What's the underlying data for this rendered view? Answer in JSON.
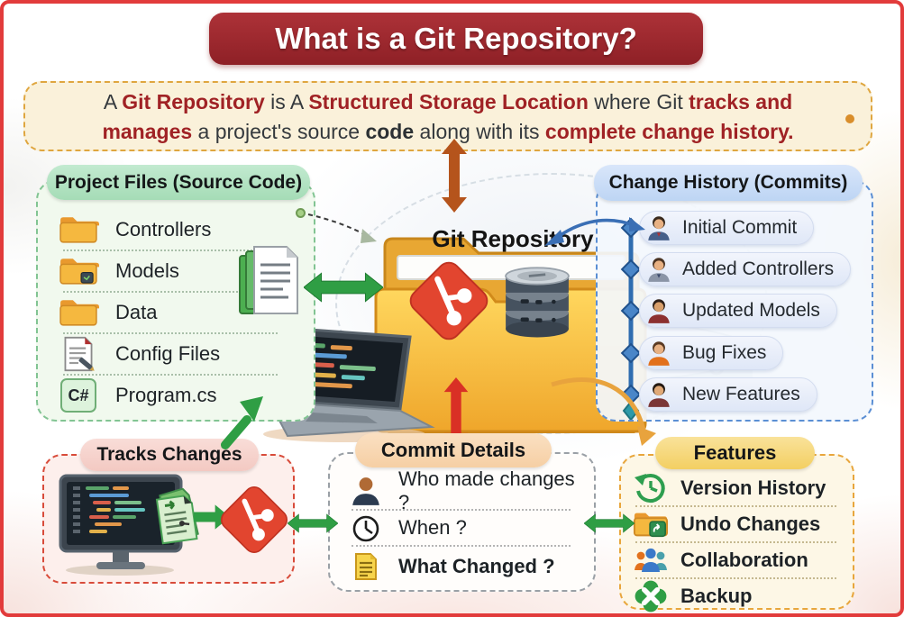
{
  "header": {
    "title": "What is a Git Repository?"
  },
  "intro": {
    "segments": [
      "A ",
      "Git Repository",
      " is A ",
      "Structured Storage Location",
      " where Git ",
      "tracks and",
      "manages",
      " a project's source ",
      "code",
      " along with its ",
      "complete change history",
      "."
    ]
  },
  "center": {
    "folder_label": "Git Repository"
  },
  "project_files": {
    "title": "Project Files (Source Code)",
    "items": [
      {
        "icon": "folder-icon",
        "label": "Controllers"
      },
      {
        "icon": "folder-model-icon",
        "label": "Models"
      },
      {
        "icon": "folder-icon",
        "label": "Data"
      },
      {
        "icon": "config-file-icon",
        "label": "Config Files"
      },
      {
        "icon": "csharp-file-icon",
        "icon_text": "C#",
        "label": "Program.cs"
      }
    ]
  },
  "change_history": {
    "title": "Change History (Commits)",
    "items": [
      {
        "icon": "avatar-icon",
        "label": "Initial Commit"
      },
      {
        "icon": "avatar-icon",
        "label": "Added Controllers"
      },
      {
        "icon": "avatar-icon",
        "label": "Updated Models"
      },
      {
        "icon": "avatar-icon",
        "label": "Bug Fixes"
      },
      {
        "icon": "avatar-icon",
        "label": "New Features"
      }
    ]
  },
  "tracks_changes": {
    "title": "Tracks Changes"
  },
  "commit_details": {
    "title": "Commit Details",
    "items": [
      {
        "icon": "person-icon",
        "label": "Who made changes ?"
      },
      {
        "icon": "clock-icon",
        "label": "When ?"
      },
      {
        "icon": "document-icon",
        "label": "What Changed ?"
      }
    ]
  },
  "features": {
    "title": "Features",
    "items": [
      {
        "icon": "version-history-icon",
        "label": "Version History"
      },
      {
        "icon": "undo-changes-icon",
        "label": "Undo Changes"
      },
      {
        "icon": "collaboration-icon",
        "label": "Collaboration"
      },
      {
        "icon": "backup-icon",
        "label": "Backup"
      }
    ]
  },
  "colors": {
    "frame_red": "#e23b3b",
    "banner_red": "#9e262c",
    "highlight_red": "#a02225",
    "text_dark": "#34393d",
    "git_red": "#e0422d",
    "arrow_green": "#2f9e44",
    "gold": "#e2a33d",
    "timeline_blue": "#2f6db0"
  }
}
